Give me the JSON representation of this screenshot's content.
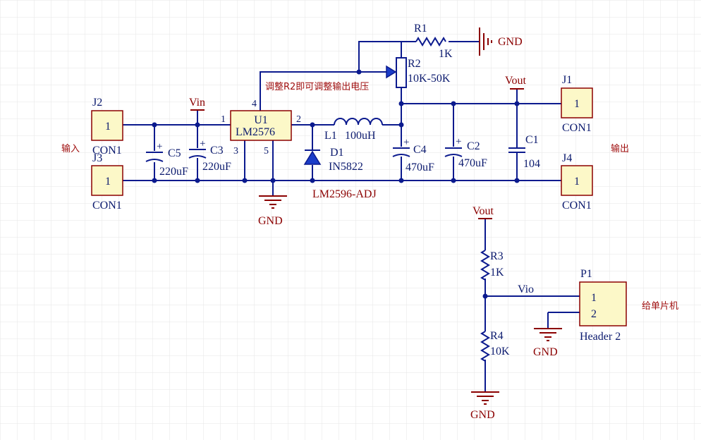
{
  "colors": {
    "wire": "#0b1a8e",
    "power": "#8b0000",
    "body_fill": "#fcf8c8",
    "grid": "#e8e8e8"
  },
  "icons": [
    "ground-icon",
    "power-port-icon",
    "resistor-icon",
    "capacitor-icon",
    "inductor-icon",
    "diode-icon",
    "potentiometer-icon"
  ],
  "connectors": {
    "j2": {
      "ref": "J2",
      "pin": "1",
      "type": "CON1"
    },
    "j3": {
      "ref": "J3",
      "pin": "1",
      "type": "CON1"
    },
    "j1": {
      "ref": "J1",
      "pin": "1",
      "type": "CON1"
    },
    "j4": {
      "ref": "J4",
      "pin": "1",
      "type": "CON1"
    },
    "p1": {
      "ref": "P1",
      "pin1": "1",
      "pin2": "2",
      "type": "Header 2"
    }
  },
  "regulator": {
    "ref": "U1",
    "part": "LM2576",
    "pin1": "1",
    "pin2": "2",
    "pin3": "3",
    "pin4": "4",
    "pin5": "5",
    "title": "LM2596-ADJ"
  },
  "inductor": {
    "ref": "L1",
    "value": "100uH"
  },
  "diode": {
    "ref": "D1",
    "part": "IN5822"
  },
  "capacitors": {
    "c5": {
      "ref": "C5",
      "value": "220uF"
    },
    "c3": {
      "ref": "C3",
      "value": "220uF"
    },
    "c4": {
      "ref": "C4",
      "value": "470uF"
    },
    "c2": {
      "ref": "C2",
      "value": "470uF"
    },
    "c1": {
      "ref": "C1",
      "value": "104"
    }
  },
  "resistors": {
    "r1": {
      "ref": "R1",
      "value": "1K"
    },
    "r2": {
      "ref": "R2",
      "value": "10K-50K"
    },
    "r3": {
      "ref": "R3",
      "value": "1K"
    },
    "r4": {
      "ref": "R4",
      "value": "10K"
    }
  },
  "nets": {
    "vin": "Vin",
    "vout": "Vout",
    "vout2": "Vout",
    "vio": "Vio",
    "gnd": "GND"
  },
  "notes": {
    "input": "输入",
    "output": "输出",
    "mcu": "给单片机",
    "adjust": "调整R2即可调整输出电压",
    "plus": "+"
  }
}
